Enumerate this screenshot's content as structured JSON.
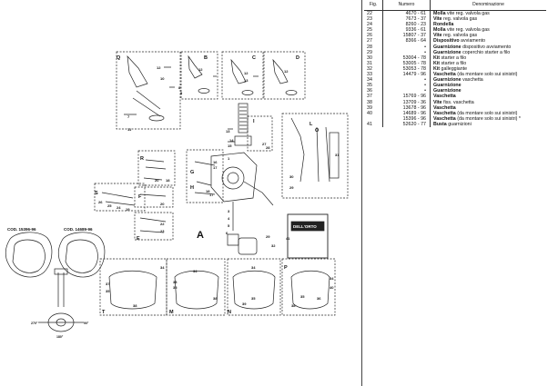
{
  "header": {
    "fig": "Fig.",
    "numero": "Numero",
    "denominazione": "Denominazione"
  },
  "rows": [
    {
      "fig": "22",
      "num": "4670 - 61",
      "bold": "Molla",
      "rest": " vite reg. valvola gas"
    },
    {
      "fig": "23",
      "num": "7673 - 37",
      "bold": "Vite",
      "rest": " reg. valvola gas"
    },
    {
      "fig": "24",
      "num": "8260 - 23",
      "bold": "Rondella",
      "rest": ""
    },
    {
      "fig": "25",
      "num": "9336 - 61",
      "bold": "Molla",
      "rest": " vite reg. valvola gas"
    },
    {
      "fig": "26",
      "num": "15807 - 37",
      "bold": "Vite",
      "rest": " reg. valvola gas"
    },
    {
      "fig": "27",
      "num": "8366 - 64",
      "bold": "Dispositivo",
      "rest": " avviamento"
    },
    {
      "fig": "28",
      "num": "•",
      "bold": "Guarnizione",
      "rest": " dispositivo avviamento"
    },
    {
      "fig": "29",
      "num": "•",
      "bold": "Guarnizione",
      "rest": " coperchio starter a filo"
    },
    {
      "fig": "30",
      "num": "53004 - 78",
      "bold": "Kit",
      "rest": " starter a filo"
    },
    {
      "fig": "31",
      "num": "53005 - 78",
      "bold": "Kit",
      "rest": " starter a filo"
    },
    {
      "fig": "32",
      "num": "53053 - 78",
      "bold": "Kit",
      "rest": " galleggiante"
    },
    {
      "fig": "33",
      "num": "14479 - 96",
      "bold": "Vaschetta",
      "rest": " (da montare solo sui sinistri)"
    },
    {
      "fig": "34",
      "num": "•",
      "bold": "Guarnizione",
      "rest": " vaschetta"
    },
    {
      "fig": "35",
      "num": "•",
      "bold": "Guarnizione",
      "rest": ""
    },
    {
      "fig": "36",
      "num": "•",
      "bold": "Guarnizione",
      "rest": ""
    },
    {
      "fig": "37",
      "num": "15769 - 96",
      "bold": "Vaschetta",
      "rest": ""
    },
    {
      "fig": "38",
      "num": "13709 - 36",
      "bold": "Vite",
      "rest": " fiss. vaschetta"
    },
    {
      "fig": "39",
      "num": "13678 - 96",
      "bold": "Vaschetta",
      "rest": ""
    },
    {
      "fig": "40",
      "num": "14689 - 96",
      "bold": "Vaschetta",
      "rest": " (da montare solo sui sinistri)"
    },
    {
      "fig": "",
      "num": "15396 - 96",
      "bold": "Vaschetta",
      "rest": " (da montare solo sui sinistri) *"
    },
    {
      "fig": "41",
      "num": "52620 - 77",
      "bold": "Busta",
      "rest": " guarnizioni"
    }
  ],
  "drawing": {
    "cod_left": "COD. 15396-96",
    "cod_right": "COD. 14689-96",
    "main_label": "A",
    "box_labels": [
      "Q",
      "B",
      "C",
      "D",
      "I",
      "L",
      "O",
      "R",
      "G",
      "H",
      "S",
      "F",
      "E",
      "M",
      "N",
      "P",
      "T"
    ],
    "part_numbers": [
      "12",
      "10",
      "13",
      "11",
      "8",
      "9",
      "14",
      "15",
      "1",
      "2",
      "3",
      "4",
      "5",
      "6",
      "7",
      "16",
      "17",
      "18",
      "19",
      "20",
      "21",
      "22",
      "23",
      "24",
      "25",
      "26",
      "27",
      "28",
      "29",
      "30",
      "31",
      "32",
      "33",
      "34",
      "35",
      "36",
      "37",
      "38",
      "39",
      "40",
      "41"
    ],
    "dial_labels": [
      "270°",
      "90°",
      "180°"
    ],
    "kit_text": "DELL'ORTO"
  }
}
